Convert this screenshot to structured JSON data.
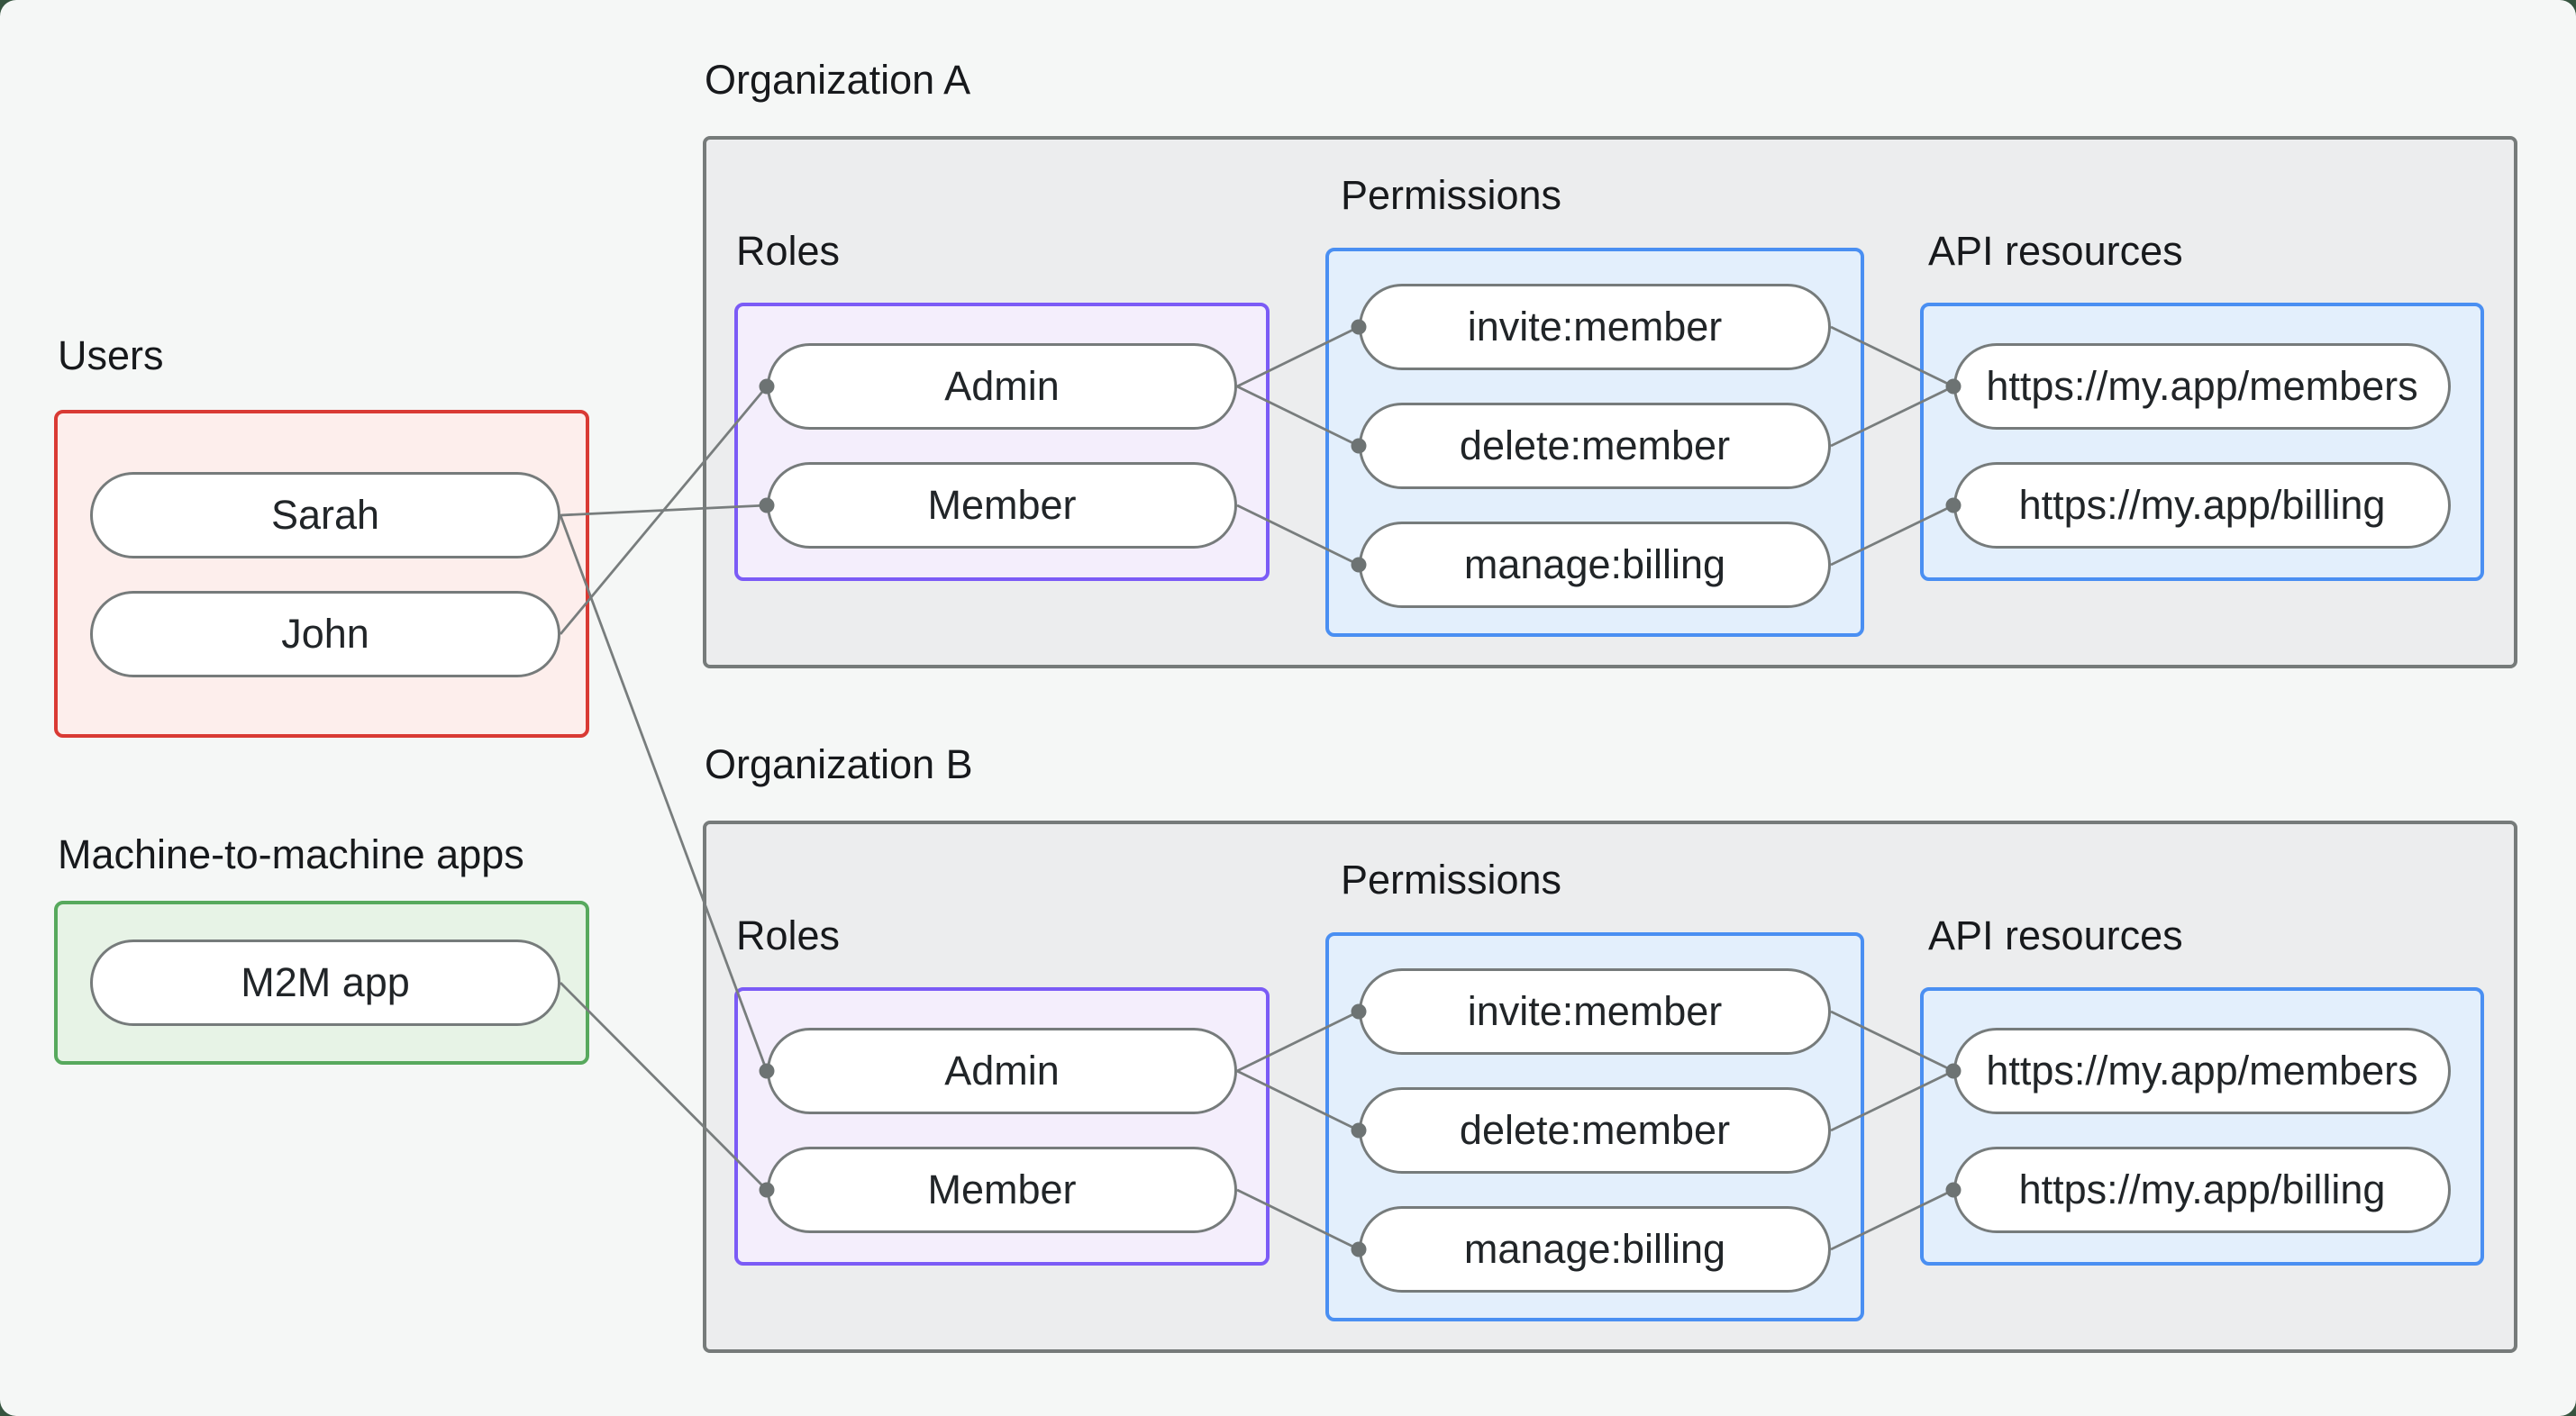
{
  "diagram": {
    "background_color": "#f5f7f6",
    "window_corner_color": "#36543f"
  },
  "users_group": {
    "label": "Users",
    "border_color": "#d93a34",
    "fill_color": "#fdeeec",
    "nodes": [
      "Sarah",
      "John"
    ]
  },
  "m2m_group": {
    "label": "Machine-to-machine apps",
    "border_color": "#57a95d",
    "fill_color": "#e7f3e6",
    "nodes": [
      "M2M app"
    ]
  },
  "org_a": {
    "title": "Organization A",
    "roles_label": "Roles",
    "permissions_label": "Permissions",
    "api_resources_label": "API resources",
    "roles": [
      "Admin",
      "Member"
    ],
    "permissions": [
      "invite:member",
      "delete:member",
      "manage:billing"
    ],
    "api_resources": [
      "https://my.app/members",
      "https://my.app/billing"
    ]
  },
  "org_b": {
    "title": "Organization B",
    "roles_label": "Roles",
    "permissions_label": "Permissions",
    "api_resources_label": "API resources",
    "roles": [
      "Admin",
      "Member"
    ],
    "permissions": [
      "invite:member",
      "delete:member",
      "manage:billing"
    ],
    "api_resources": [
      "https://my.app/members",
      "https://my.app/billing"
    ]
  },
  "edges": [
    {
      "from": "Users / Sarah",
      "to": "Organization A / Member"
    },
    {
      "from": "Users / John",
      "to": "Organization A / Admin"
    },
    {
      "from": "Users / Sarah",
      "to": "Organization B / Admin"
    },
    {
      "from": "M2M app",
      "to": "Organization B / Member"
    },
    {
      "from": "Organization A / Admin",
      "to": "Organization A / invite:member"
    },
    {
      "from": "Organization A / Admin",
      "to": "Organization A / delete:member"
    },
    {
      "from": "Organization A / Member",
      "to": "Organization A / manage:billing"
    },
    {
      "from": "Organization A / invite:member",
      "to": "Organization A / https://my.app/members"
    },
    {
      "from": "Organization A / delete:member",
      "to": "Organization A / https://my.app/members"
    },
    {
      "from": "Organization A / manage:billing",
      "to": "Organization A / https://my.app/billing"
    },
    {
      "from": "Organization B / Admin",
      "to": "Organization B / invite:member"
    },
    {
      "from": "Organization B / Admin",
      "to": "Organization B / delete:member"
    },
    {
      "from": "Organization B / Member",
      "to": "Organization B / manage:billing"
    },
    {
      "from": "Organization B / invite:member",
      "to": "Organization B / https://my.app/members"
    },
    {
      "from": "Organization B / delete:member",
      "to": "Organization B / https://my.app/members"
    },
    {
      "from": "Organization B / manage:billing",
      "to": "Organization B / https://my.app/billing"
    }
  ],
  "colors": {
    "org_fill": "#ecedee",
    "org_border": "#767b7a",
    "roles_border": "#7b5bf6",
    "roles_fill": "#f4eefc",
    "permissions_border": "#4a8ff2",
    "permissions_fill": "#e3effc",
    "edge_color": "#787d7d",
    "connection_dot_color": "#6d7373",
    "pill_border": "#767b7b",
    "pill_fill": "#ffffff",
    "text_color": "#17191c"
  }
}
